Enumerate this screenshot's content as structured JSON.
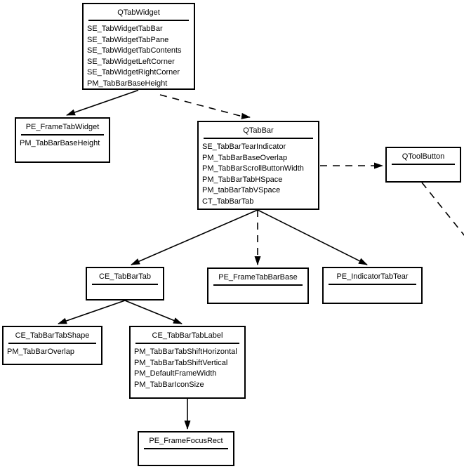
{
  "diagram": {
    "description": "Qt style element relationship diagram for tab widgets",
    "colors": {
      "line": "#000000",
      "box_border": "#000000",
      "box_background": "#ffffff",
      "page_background": "#ffffff"
    }
  },
  "nodes": {
    "qtabwidget": {
      "title": "QTabWidget",
      "attrs": [
        "SE_TabWidgetTabBar",
        "SE_TabWidgetTabPane",
        "SE_TabWidgetTabContents",
        "SE_TabWidgetLeftCorner",
        "SE_TabWidgetRightCorner",
        "PM_TabBarBaseHeight"
      ]
    },
    "pe_frametabwidget": {
      "title": "PE_FrameTabWidget",
      "attrs": [
        "PM_TabBarBaseHeight"
      ]
    },
    "qtabbar": {
      "title": "QTabBar",
      "attrs": [
        "SE_TabBarTearIndicator",
        "PM_TabBarBaseOverlap",
        "PM_TabBarScrollButtonWidth",
        "PM_TabBarTabHSpace",
        "PM_tabBarTabVSpace",
        "CT_TabBarTab"
      ]
    },
    "qtoolbutton": {
      "title": "QToolButton",
      "attrs": []
    },
    "ce_tabbartab": {
      "title": "CE_TabBarTab",
      "attrs": []
    },
    "pe_frametabbarbase": {
      "title": "PE_FrameTabBarBase",
      "attrs": []
    },
    "pe_indicatortabtear": {
      "title": "PE_IndicatorTabTear",
      "attrs": []
    },
    "ce_tabbartabshape": {
      "title": "CE_TabBarTabShape",
      "attrs": [
        "PM_TabBarOverlap"
      ]
    },
    "ce_tabbartablabel": {
      "title": "CE_TabBarTabLabel",
      "attrs": [
        "PM_TabBarTabShiftHorizontal",
        "PM_TabBarTabShiftVertical",
        "PM_DefaultFrameWidth",
        "PM_TabBarIconSize"
      ]
    },
    "pe_framefocusrect": {
      "title": "PE_FrameFocusRect",
      "attrs": []
    }
  },
  "edges": [
    {
      "from": "QTabWidget",
      "to": "PE_FrameTabWidget",
      "style": "solid",
      "arrowhead": "filled"
    },
    {
      "from": "QTabWidget",
      "to": "QTabBar",
      "style": "dashed",
      "arrowhead": "filled"
    },
    {
      "from": "QTabBar",
      "to": "QToolButton",
      "style": "dashed",
      "arrowhead": "filled"
    },
    {
      "from": "QToolButton",
      "to": "offscreen-bottom-right",
      "style": "dashed",
      "arrowhead": "none"
    },
    {
      "from": "QTabBar",
      "to": "CE_TabBarTab",
      "style": "solid",
      "arrowhead": "filled"
    },
    {
      "from": "QTabBar",
      "to": "PE_FrameTabBarBase",
      "style": "dashed",
      "arrowhead": "filled"
    },
    {
      "from": "QTabBar",
      "to": "PE_IndicatorTabTear",
      "style": "solid",
      "arrowhead": "filled"
    },
    {
      "from": "CE_TabBarTab",
      "to": "CE_TabBarTabShape",
      "style": "solid",
      "arrowhead": "filled"
    },
    {
      "from": "CE_TabBarTab",
      "to": "CE_TabBarTabLabel",
      "style": "solid",
      "arrowhead": "filled"
    },
    {
      "from": "CE_TabBarTabLabel",
      "to": "PE_FrameFocusRect",
      "style": "solid",
      "arrowhead": "filled"
    }
  ]
}
